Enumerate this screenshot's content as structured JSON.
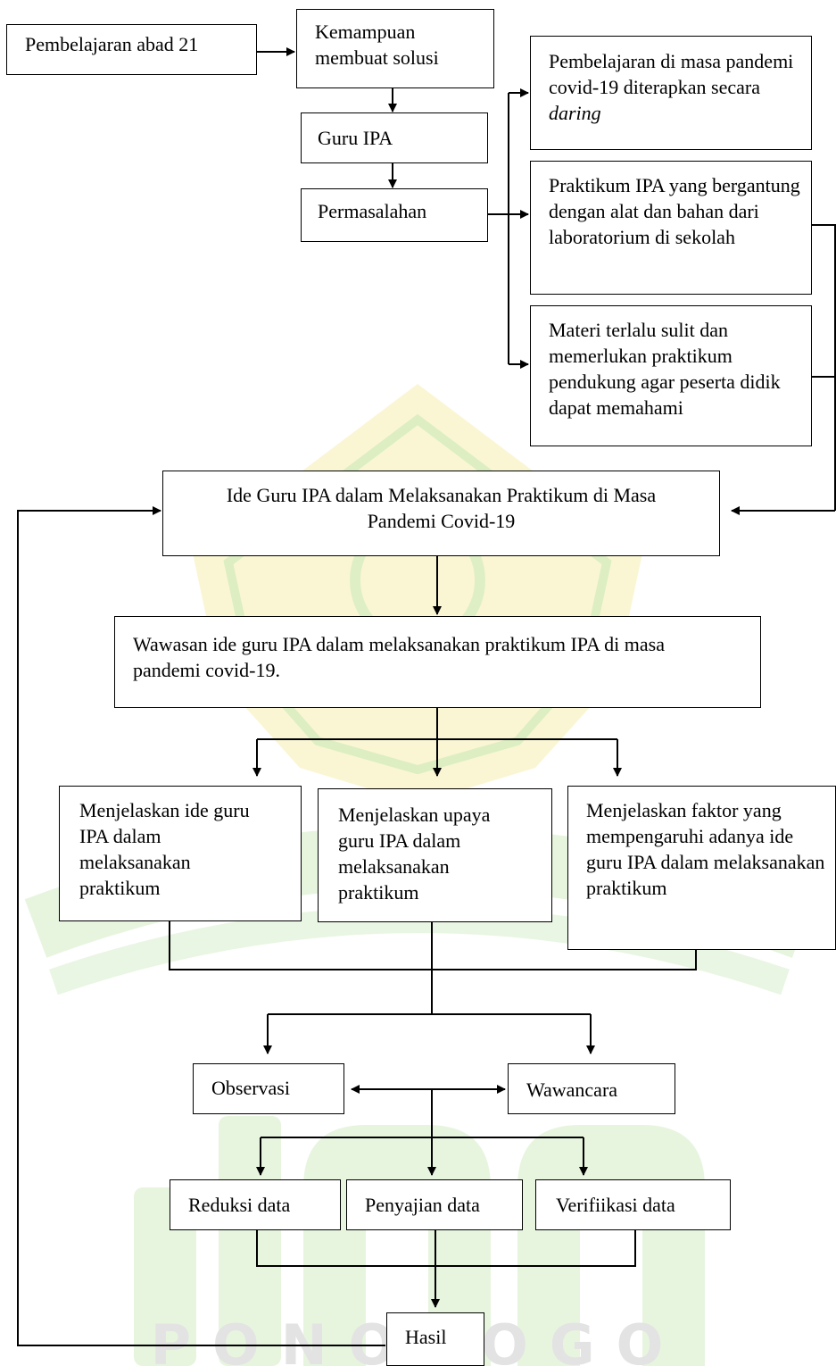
{
  "colors": {
    "line": "#000000",
    "watermark_green": "#c9e9b8",
    "watermark_yellow": "#f6efb0"
  },
  "watermark": {
    "icon": "institution-logo-watermark",
    "text": "PONOROGO"
  },
  "nodes": {
    "pembelajaran_abad21": "Pembelajaran abad 21",
    "kemampuan": "Kemampuan membuat solusi",
    "guru_ipa": "Guru IPA",
    "permasalahan": "Permasalahan",
    "masalah_1": "Pembelajaran di masa pandemi covid-19 diterapkan secara",
    "masalah_1_italic": "daring",
    "masalah_2": "Praktikum  IPA yang bergantung dengan alat dan bahan dari laboratorium di sekolah",
    "masalah_3": "Materi terlalu sulit dan memerlukan praktikum pendukung agar peserta didik dapat memahami",
    "ide": "Ide  Guru  IPA dalam Melaksanakan Praktikum di Masa Pandemi Covid-19",
    "wawasan": "Wawasan ide  guru  IPA dalam melaksanakan praktikum  IPA di masa pandemi covid-19.",
    "menjelaskan_1": "Menjelaskan ide guru IPA dalam melaksanakan praktikum",
    "menjelaskan_2": "Menjelaskan upaya guru IPA dalam melaksanakan praktikum",
    "menjelaskan_3": "Menjelaskan faktor yang mempengaruhi adanya ide  guru IPA dalam melaksanakan praktikum",
    "observasi": "Observasi",
    "wawancara": "Wawancara",
    "reduksi": "Reduksi data",
    "penyajian": "Penyajian data",
    "verifikasi": "Verifiikasi data",
    "hasil": "Hasil"
  }
}
